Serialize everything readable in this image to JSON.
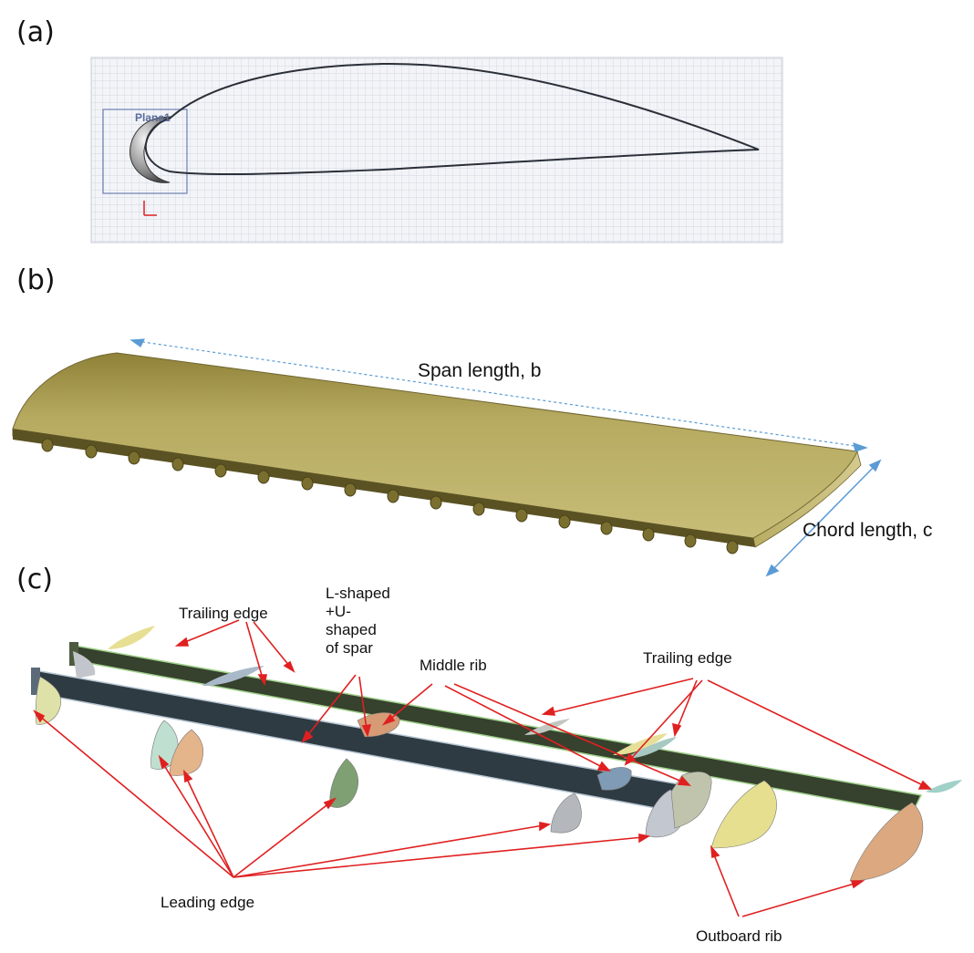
{
  "panels": {
    "a": {
      "letter": "(a)",
      "sketch_plane_label": "Plane1"
    },
    "b": {
      "letter": "(b)",
      "span_label": "Span length, b",
      "chord_label": "Chord length, c"
    },
    "c": {
      "letter": "(c)",
      "labels": {
        "trailing_left": "Trailing edge",
        "spar_line1": "L-shaped",
        "spar_line2": "+U-",
        "spar_line3": "shaped",
        "spar_line4": "of spar",
        "middle_rib": "Middle rib",
        "trailing_right": "Trailing edge",
        "leading_edge": "Leading edge",
        "outboard_rib": "Outboard rib"
      }
    }
  },
  "colors": {
    "wing_skin": "#a89a52",
    "wing_top": "#bfb36a",
    "spar_dark": "#2f3a3f",
    "spar_green": "#35402c",
    "annotation_red": "#e02020",
    "dimension_blue": "#5b9bd5",
    "grid_bg": "#eceff4"
  }
}
